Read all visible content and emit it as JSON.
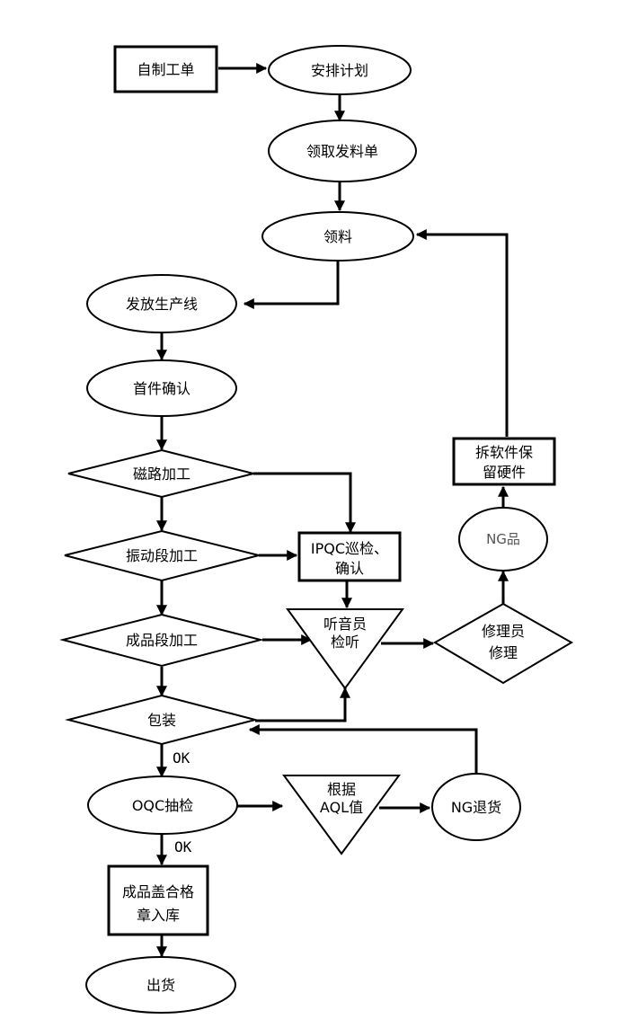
{
  "nodes": {
    "self_order": "自制工单",
    "schedule": "安排计划",
    "pick_list": "领取发料单",
    "collect_material": "领料",
    "release_line": "发放生产线",
    "first_article": "首件确认",
    "magnetic_process": "磁路加工",
    "vibration_process": "振动段加工",
    "finished_process": "成品段加工",
    "packing": "包装",
    "oqc": "OQC抽检",
    "stamp_line1": "成品盖合格",
    "stamp_line2": "章入库",
    "ship": "出货",
    "ipqc_line1": "IPQC巡检、",
    "ipqc_line2": "确认",
    "listener_line1": "听音员",
    "listener_line2": "检听",
    "repair_line1": "修理员",
    "repair_line2": "修理",
    "ng_product": "NG品",
    "disassemble_line1": "拆软件保",
    "disassemble_line2": "留硬件",
    "aql_line1": "根据",
    "aql_line2": "AQL值",
    "ng_return": "NG退货"
  },
  "labels": {
    "ok_after_packing": "OK",
    "ok_after_oqc": "OK"
  }
}
